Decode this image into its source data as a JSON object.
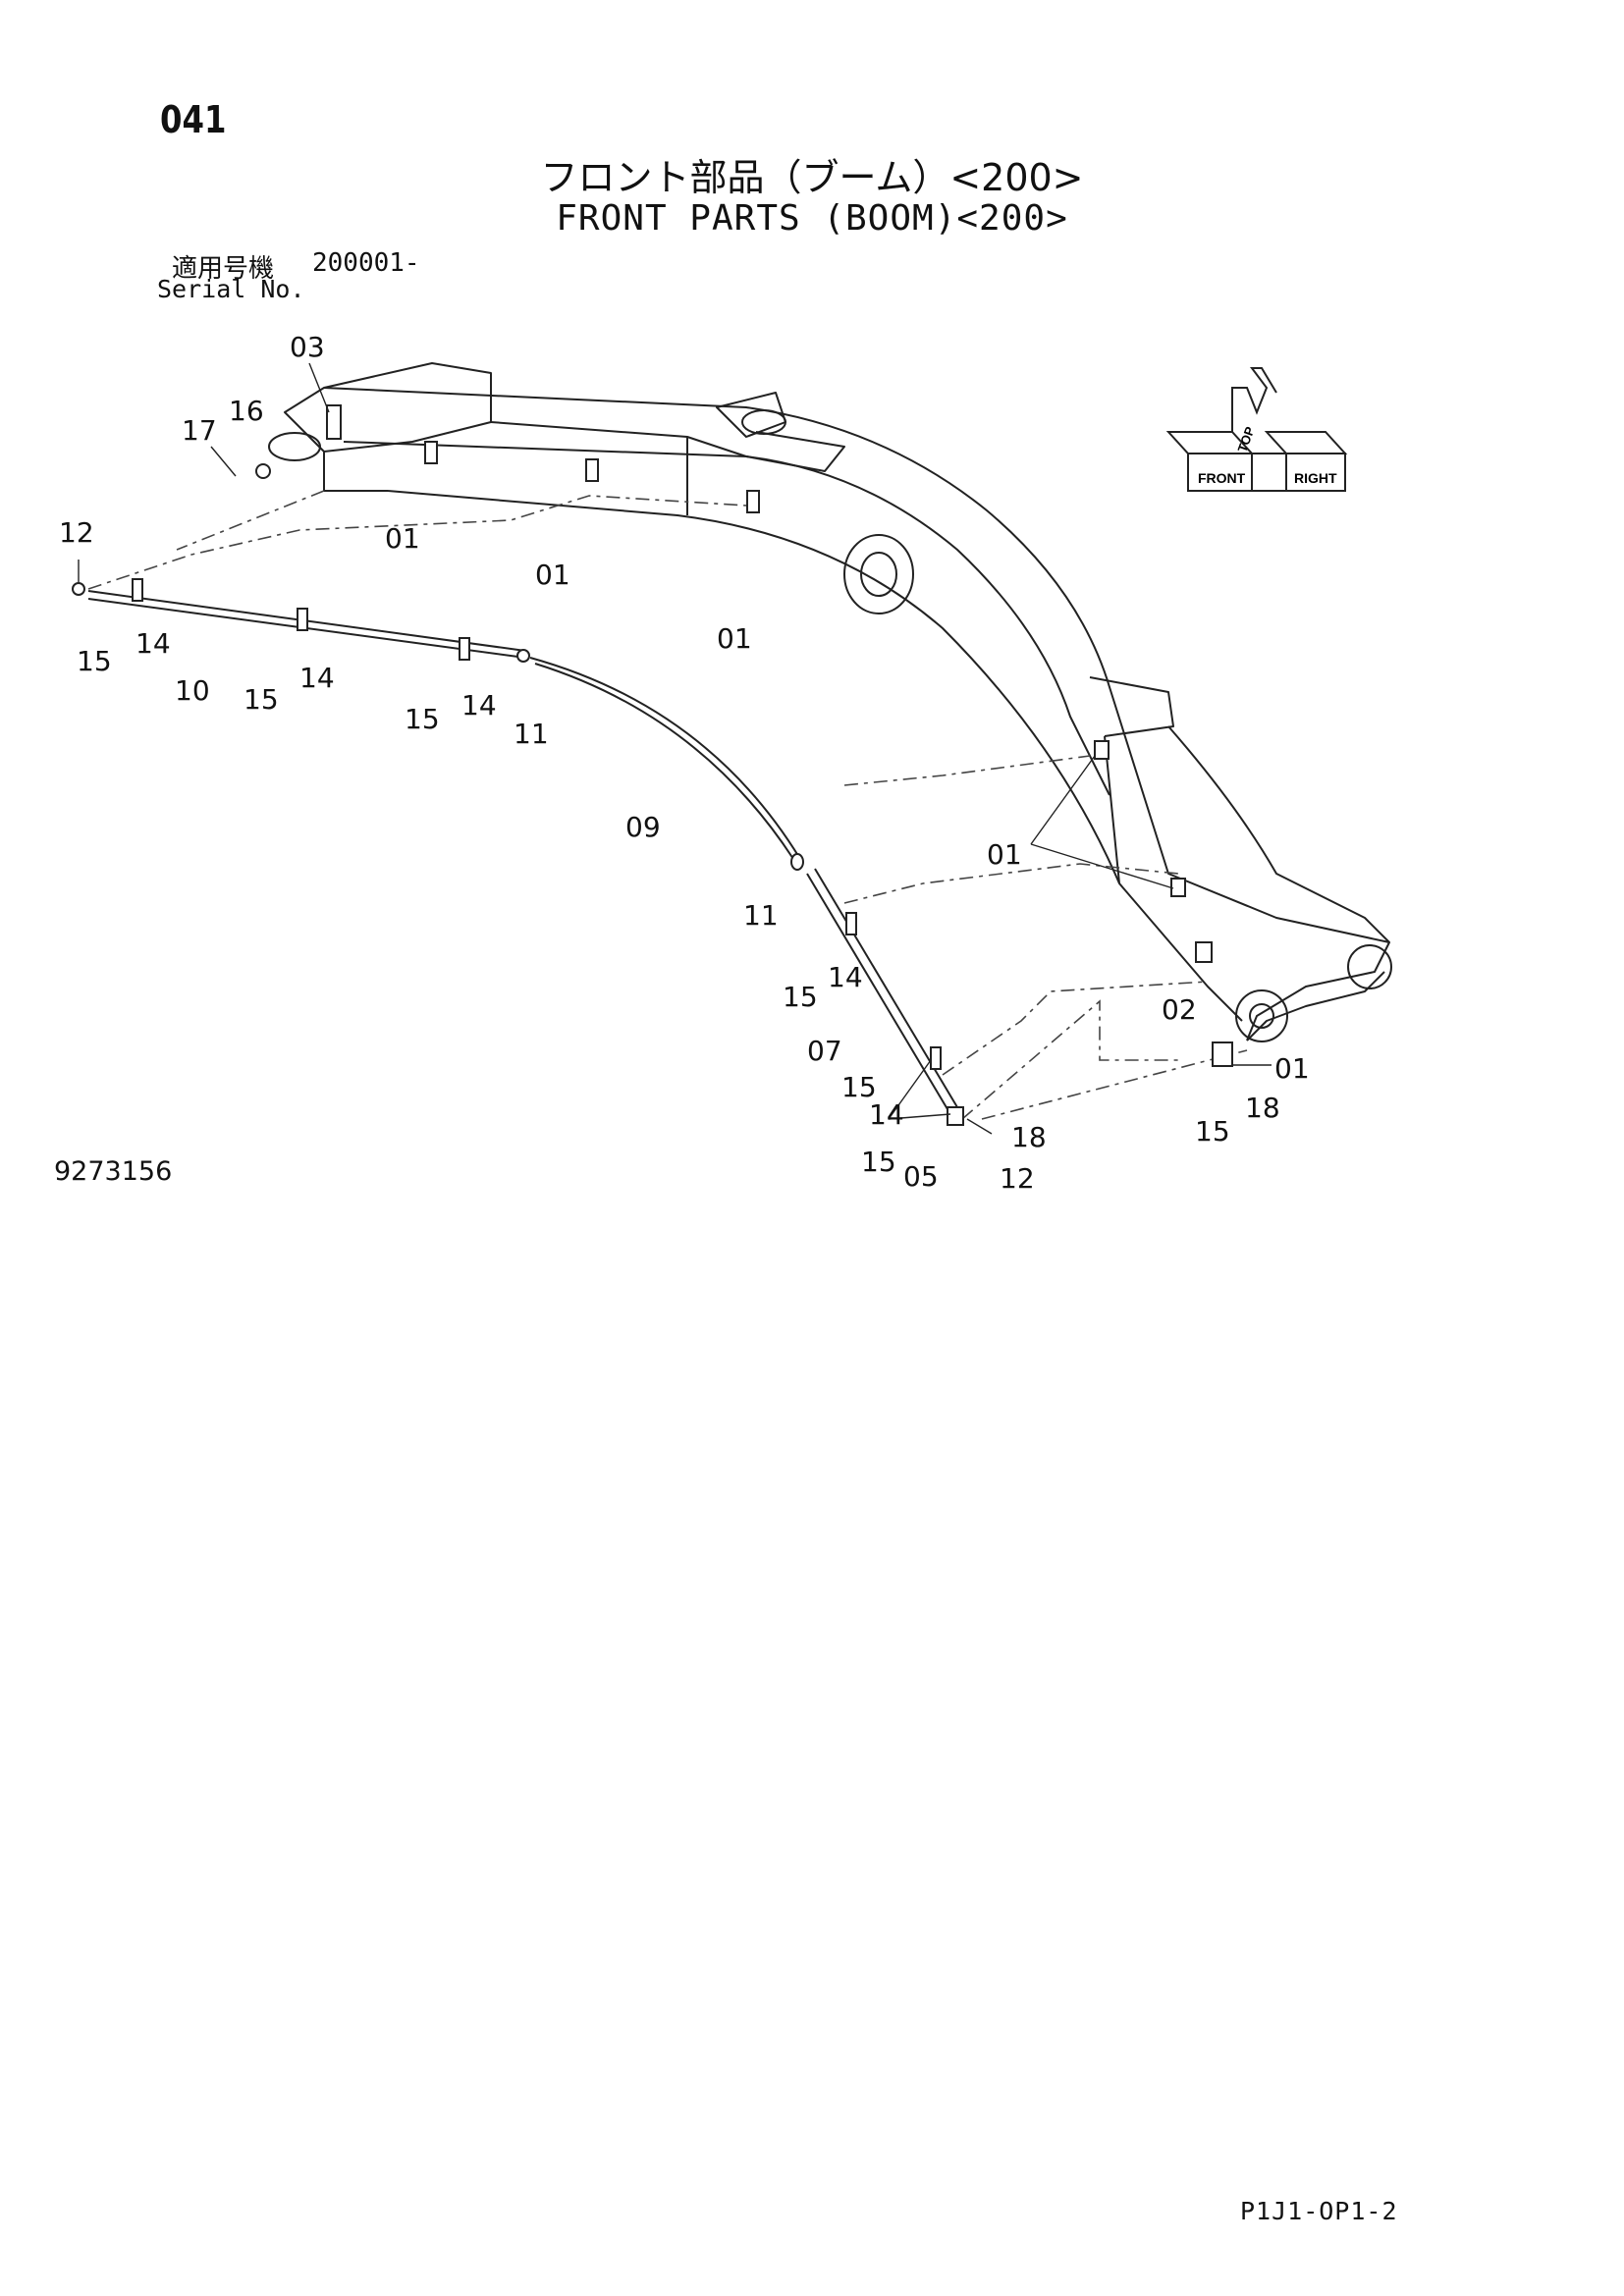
{
  "header": {
    "page_number": "041",
    "title_ja": "フロント部品（ブーム）<200>",
    "title_en": "FRONT PARTS (BOOM)<200>",
    "serial_label_ja": "適用号機",
    "serial_value": "200001-",
    "serial_label_en": "Serial No."
  },
  "footer": {
    "doc_number": "9273156",
    "page_code": "P1J1-OP1-2"
  },
  "direction_indicator": {
    "front": "FRONT",
    "right": "RIGHT",
    "top": "TOP"
  },
  "callouts": [
    {
      "id": "c03",
      "label": "03"
    },
    {
      "id": "c16",
      "label": "16"
    },
    {
      "id": "c17",
      "label": "17"
    },
    {
      "id": "c01a",
      "label": "01"
    },
    {
      "id": "c01b",
      "label": "01"
    },
    {
      "id": "c01c",
      "label": "01"
    },
    {
      "id": "c12a",
      "label": "12"
    },
    {
      "id": "c15a",
      "label": "15"
    },
    {
      "id": "c14a",
      "label": "14"
    },
    {
      "id": "c10",
      "label": "10"
    },
    {
      "id": "c15b",
      "label": "15"
    },
    {
      "id": "c14b",
      "label": "14"
    },
    {
      "id": "c15c",
      "label": "15"
    },
    {
      "id": "c14c",
      "label": "14"
    },
    {
      "id": "c11a",
      "label": "11"
    },
    {
      "id": "c09",
      "label": "09"
    },
    {
      "id": "c01d",
      "label": "01"
    },
    {
      "id": "c11b",
      "label": "11"
    },
    {
      "id": "c15d",
      "label": "15"
    },
    {
      "id": "c14d",
      "label": "14"
    },
    {
      "id": "c02",
      "label": "02"
    },
    {
      "id": "c07",
      "label": "07"
    },
    {
      "id": "c01e",
      "label": "01"
    },
    {
      "id": "c15e",
      "label": "15"
    },
    {
      "id": "c14e",
      "label": "14"
    },
    {
      "id": "c18a",
      "label": "18"
    },
    {
      "id": "c18b",
      "label": "18"
    },
    {
      "id": "c15f",
      "label": "15"
    },
    {
      "id": "c15g",
      "label": "15"
    },
    {
      "id": "c05",
      "label": "05"
    },
    {
      "id": "c12b",
      "label": "12"
    }
  ]
}
